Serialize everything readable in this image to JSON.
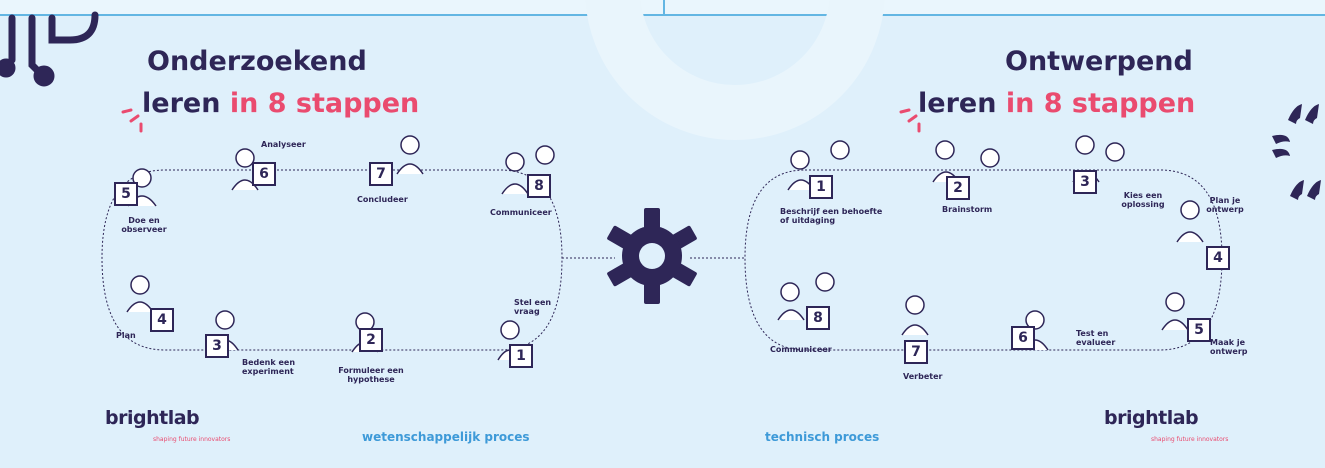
{
  "left": {
    "title_line1": "Onderzoekend",
    "title_line2": "leren",
    "title_accent": "in 8 stappen",
    "steps": [
      {
        "number": "1",
        "label": "Stel een\nvraag"
      },
      {
        "number": "2",
        "label": "Formuleer een\nhypothese"
      },
      {
        "number": "3",
        "label": "Bedenk een\nexperiment"
      },
      {
        "number": "4",
        "label": "Plan"
      },
      {
        "number": "5",
        "label": "Doe en\nobserveer"
      },
      {
        "number": "6",
        "label": "Analyseer"
      },
      {
        "number": "7",
        "label": "Concludeer"
      },
      {
        "number": "8",
        "label": "Communiceer"
      }
    ],
    "footer": "wetenschappelijk proces"
  },
  "right": {
    "title_line1": "Ontwerpend",
    "title_line2": "leren",
    "title_accent": "in 8 stappen",
    "steps": [
      {
        "number": "1",
        "label": "Beschrijf een behoefte\nof uitdaging"
      },
      {
        "number": "2",
        "label": "Brainstorm"
      },
      {
        "number": "3",
        "label": "Kies een\noplossing"
      },
      {
        "number": "4",
        "label": "Plan je\nontwerp"
      },
      {
        "number": "5",
        "label": "Maak je\nontwerp"
      },
      {
        "number": "6",
        "label": "Test en\nevalueer"
      },
      {
        "number": "7",
        "label": "Verbeter"
      },
      {
        "number": "8",
        "label": "Communiceer"
      }
    ],
    "footer": "technisch proces"
  },
  "brand": {
    "name": "brightlab",
    "tagline": "shaping future innovators"
  },
  "colors": {
    "navy": "#2e2657",
    "pink": "#ea4b6f",
    "blue": "#3e9ad8",
    "background": "#dff0fb"
  },
  "icons": [
    "gear-icon",
    "brightlab-logo",
    "quote-mark-icon",
    "brightlab-circuit-icon"
  ]
}
